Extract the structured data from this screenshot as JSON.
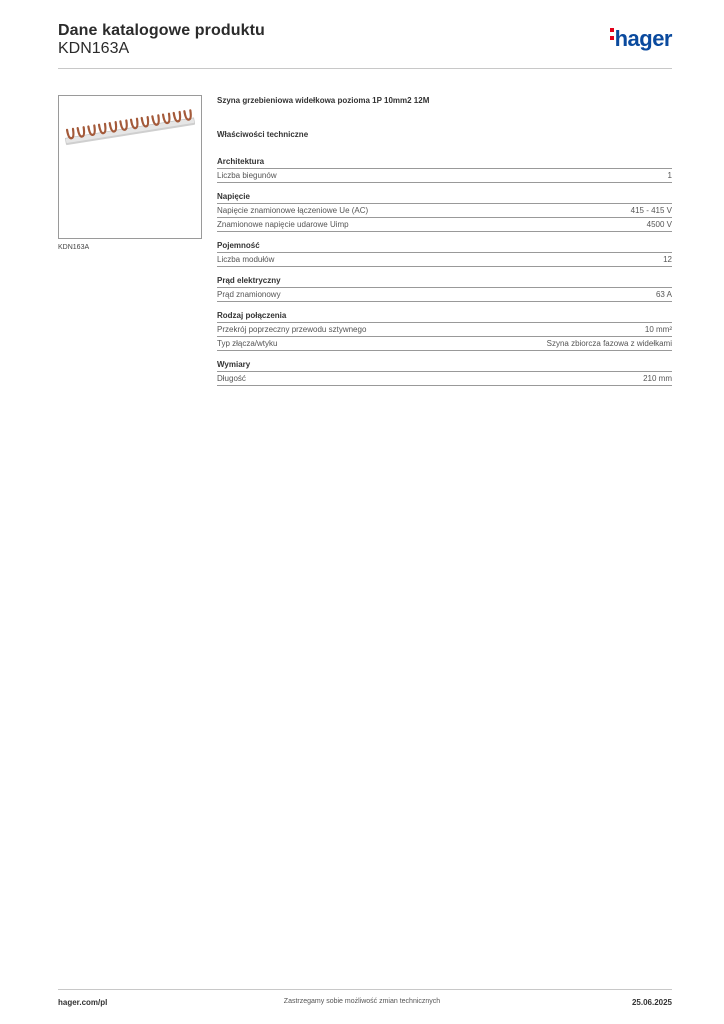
{
  "header": {
    "title": "Dane katalogowe produktu",
    "subtitle": "KDN163A",
    "logo_text": "hager",
    "logo_colors": {
      "text": "#0a4a9e",
      "dots": "#e2001a"
    }
  },
  "product": {
    "image_caption": "KDN163A",
    "description": "Szyna grzebieniowa widełkowa pozioma 1P 10mm2 12M",
    "image_colors": {
      "bar": "#e6e6e6",
      "fork": "#a45a3a"
    }
  },
  "properties_heading": "Właściwości techniczne",
  "sections": [
    {
      "title": "Architektura",
      "rows": [
        {
          "label": "Liczba biegunów",
          "value": "1"
        }
      ]
    },
    {
      "title": "Napięcie",
      "rows": [
        {
          "label": "Napięcie znamionowe łączeniowe Ue (AC)",
          "value": "415 - 415 V"
        },
        {
          "label": "Znamionowe napięcie udarowe Uimp",
          "value": "4500 V"
        }
      ]
    },
    {
      "title": "Pojemność",
      "rows": [
        {
          "label": "Liczba modułów",
          "value": "12"
        }
      ]
    },
    {
      "title": "Prąd elektryczny",
      "rows": [
        {
          "label": "Prąd znamionowy",
          "value": "63 A"
        }
      ]
    },
    {
      "title": "Rodzaj połączenia",
      "rows": [
        {
          "label": "Przekrój poprzeczny przewodu sztywnego",
          "value": "10 mm²"
        },
        {
          "label": "Typ złącza/wtyku",
          "value": "Szyna zbiorcza fazowa z widełkami"
        }
      ]
    },
    {
      "title": "Wymiary",
      "rows": [
        {
          "label": "Długość",
          "value": "210 mm"
        }
      ]
    }
  ],
  "footer": {
    "website": "hager.com/pl",
    "notice": "Zastrzegamy sobie możliwość zmian technicznych",
    "date": "25.06.2025"
  }
}
